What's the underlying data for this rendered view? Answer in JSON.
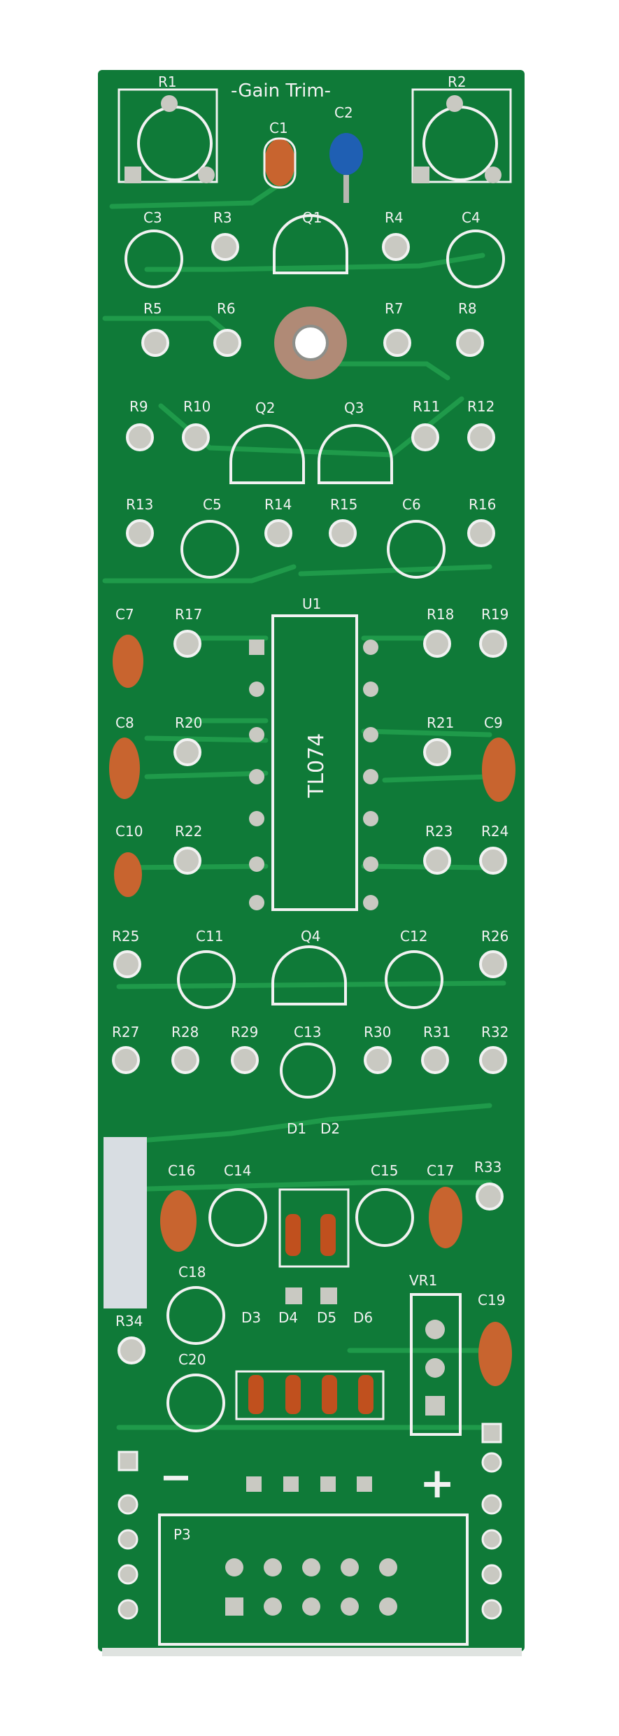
{
  "board": {
    "colors": {
      "substrate": "#0f7a38",
      "trace": "#1f9a4a",
      "silk": "#f2f2f2",
      "pad": "#c9c9c2",
      "ceramic_cap": "#c8642f",
      "blue_cap": "#1f5fb3",
      "diode_body": "#c0501e",
      "white_panel": "#d8dde2"
    },
    "title": "-Gain  Trim-",
    "ic_label": "TL074",
    "ic_ref": "U1",
    "minus_symbol": "−",
    "plus_symbol": "+",
    "connector_ref": "P3",
    "trimmer_ref": "VR1",
    "pot_refs": [
      "R1",
      "R2"
    ],
    "cap_refs": [
      "C1",
      "C2",
      "C3",
      "C4",
      "C5",
      "C6",
      "C7",
      "C8",
      "C9",
      "C10",
      "C11",
      "C12",
      "C13",
      "C14",
      "C15",
      "C16",
      "C17",
      "C18",
      "C19",
      "C20"
    ],
    "transistor_refs": [
      "Q1",
      "Q2",
      "Q3",
      "Q4"
    ],
    "diode_refs": [
      "D1",
      "D2",
      "D3",
      "D4",
      "D5",
      "D6"
    ],
    "resistor_refs": [
      "R3",
      "R4",
      "R5",
      "R6",
      "R7",
      "R8",
      "R9",
      "R10",
      "R11",
      "R12",
      "R13",
      "R14",
      "R15",
      "R16",
      "R17",
      "R18",
      "R19",
      "R20",
      "R21",
      "R22",
      "R23",
      "R24",
      "R25",
      "R26",
      "R27",
      "R28",
      "R29",
      "R30",
      "R31",
      "R32",
      "R33",
      "R34"
    ]
  }
}
